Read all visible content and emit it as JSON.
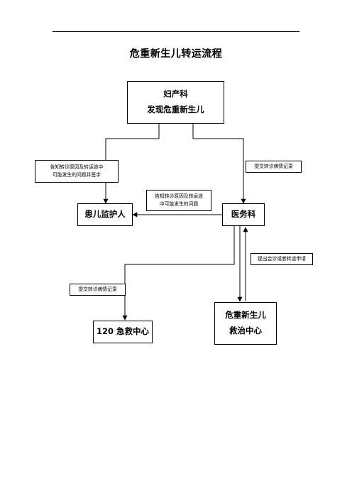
{
  "title": "危重新生儿转运流程",
  "nodes": {
    "obstetrics": {
      "line1": "妇产科",
      "line2": "发现危重新生儿"
    },
    "guardian": {
      "label": "患儿监护人"
    },
    "medical_affairs": {
      "label": "医务科"
    },
    "emergency_120": {
      "label": "120 急救中心"
    },
    "critical_center": {
      "line1": "危重新生儿",
      "line2": "救治中心"
    }
  },
  "notes": {
    "inform_guardian": {
      "line1": "告知转诊原因及转运途中",
      "line2": "可能发生的问题并签字"
    },
    "submit_records_top": {
      "label": "提交转诊病情记录"
    },
    "inform_middle": {
      "line1": "告知转诊原因及转运途",
      "line2": "中可能发生的问题"
    },
    "consult_request": {
      "label": "提出会诊或者转运申请"
    },
    "submit_records_bottom": {
      "label": "提交转诊病情记录"
    }
  }
}
